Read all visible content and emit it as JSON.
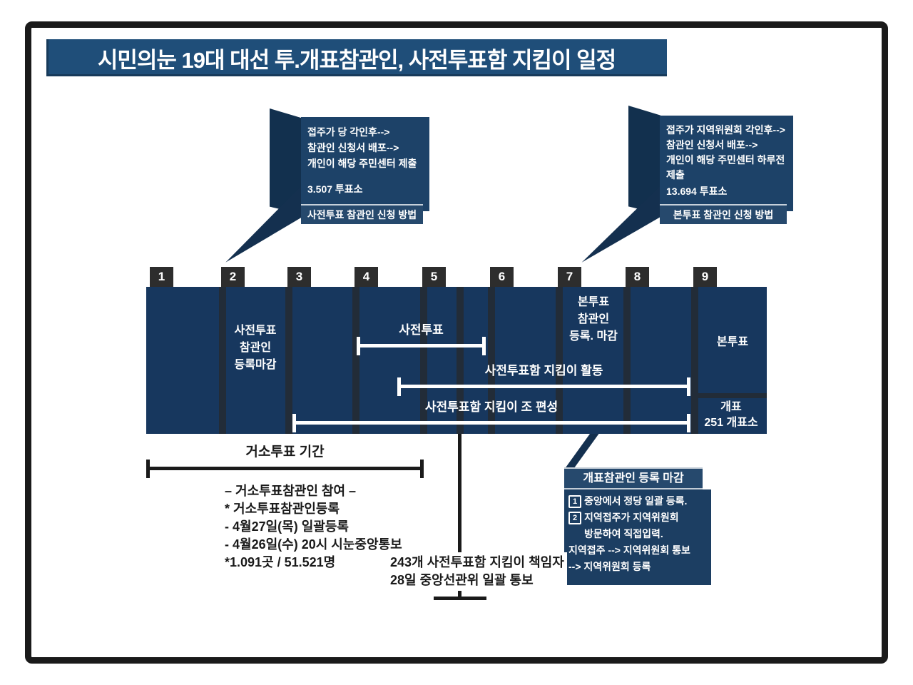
{
  "title": "시민의눈 19대 대선 투.개표참관인, 사전투표함 지킴이 일정",
  "colors": {
    "title_bar": "#1f4e79",
    "band_navy": "#17375e",
    "callout_navy": "#1d4268",
    "flap_navy": "#12304e",
    "tab_black": "#2d2d2d",
    "divider": "#222c38",
    "white": "#ffffff",
    "black": "#1a1a1a"
  },
  "callout_pre": {
    "lines": [
      "접주가 당 각인후-->",
      "참관인 신청서 배포-->",
      "개인이 해당 주민센터 제출"
    ],
    "count": "3.507 투표소",
    "label": "사전투표 참관인 신청 방법"
  },
  "callout_main": {
    "lines": [
      "접주가 지역위원회 각인후-->",
      "참관인 신청서 배포-->",
      "개인이 해당 주민센터 하루전",
      "제출"
    ],
    "count": "13.694 투표소",
    "label": "본투표 참관인 신청 방법"
  },
  "timeline": {
    "days": [
      "1",
      "2",
      "3",
      "4",
      "5",
      "6",
      "7",
      "8",
      "9"
    ],
    "col2": "사전투표\n참관인\n등록마감",
    "col7": "본투표\n참관인\n등록. 마감",
    "col9_top": "본투표",
    "col9_bottom": "개표\n251 개표소",
    "bracket_early": "사전투표",
    "bracket_guard_activity": "사전투표함 지킴이 활동",
    "bracket_guard_team": "사전투표함 지킴이 조 편성"
  },
  "home_voting": {
    "title": "거소투표 기간",
    "lines": [
      "– 거소투표참관인 참여 –",
      "* 거소투표참관인등록",
      "- 4월27일(목) 일괄등록",
      "- 4월26일(수) 20시 시눈중앙통보",
      "*1.091곳 / 51.521명"
    ]
  },
  "keeper_note": {
    "line1": "243개 사전투표함 지킴이 책임자",
    "line2": "28일 중앙선관위 일괄 통보"
  },
  "counting_box": {
    "title": "개표참관인 등록 마감",
    "items": [
      {
        "num": "1",
        "text": "중앙에서 정당 일괄 등록."
      },
      {
        "num": "2",
        "text": "지역접주가 지역위원회"
      },
      {
        "num": "",
        "text": "방문하여 직접입력."
      },
      {
        "num": "",
        "text": "지역접주 --> 지역위원회 통보"
      },
      {
        "num": "",
        "text": "--> 지역위원회 등록"
      }
    ]
  }
}
